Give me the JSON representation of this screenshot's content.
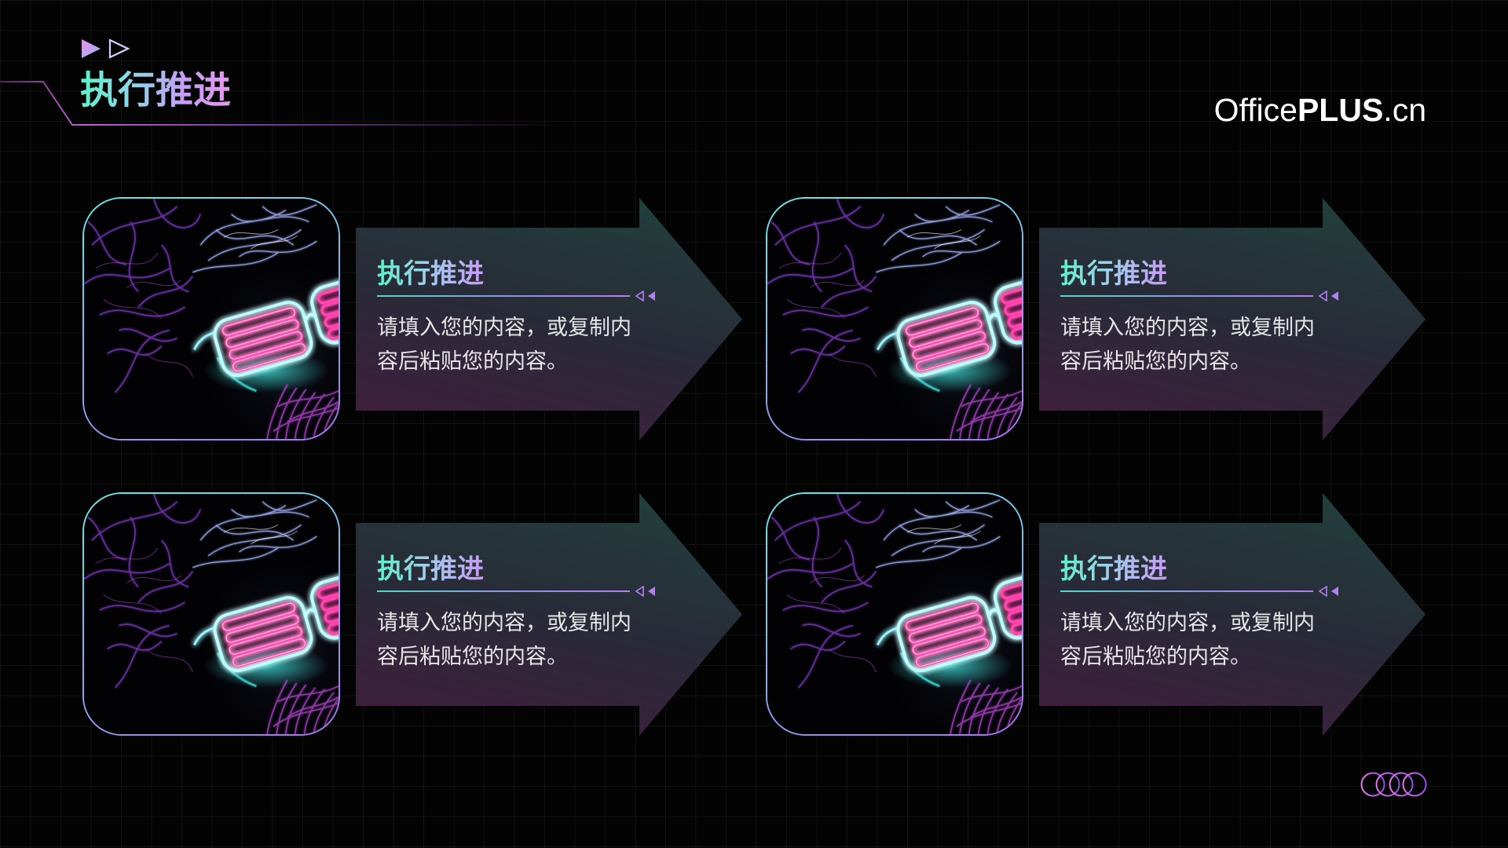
{
  "header": {
    "title": "执行推进"
  },
  "brand": {
    "office": "Office",
    "plus": "PLUS",
    "suffix": ".cn"
  },
  "cards": [
    {
      "title": "执行推进",
      "body": "请填入您的内容，或复制内容后粘贴您的内容。"
    },
    {
      "title": "执行推进",
      "body": "请填入您的内容，或复制内容后粘贴您的内容。"
    },
    {
      "title": "执行推进",
      "body": "请填入您的内容，或复制内容后粘贴您的内容。"
    },
    {
      "title": "执行推进",
      "body": "请填入您的内容，或复制内容后粘贴您的内容。"
    }
  ],
  "icons": {
    "header": "double-play-triangle-icon",
    "card_marker": "double-left-triangle-icon",
    "footer": "overlapping-circles-icon",
    "photo": "neon-shutter-glasses-photo"
  },
  "colors": {
    "background": "#030303",
    "accent_cyan": "#5ff0c8",
    "accent_violet": "#b77cf2",
    "accent_pink": "#e79aee",
    "text": "#e6e6e6"
  }
}
